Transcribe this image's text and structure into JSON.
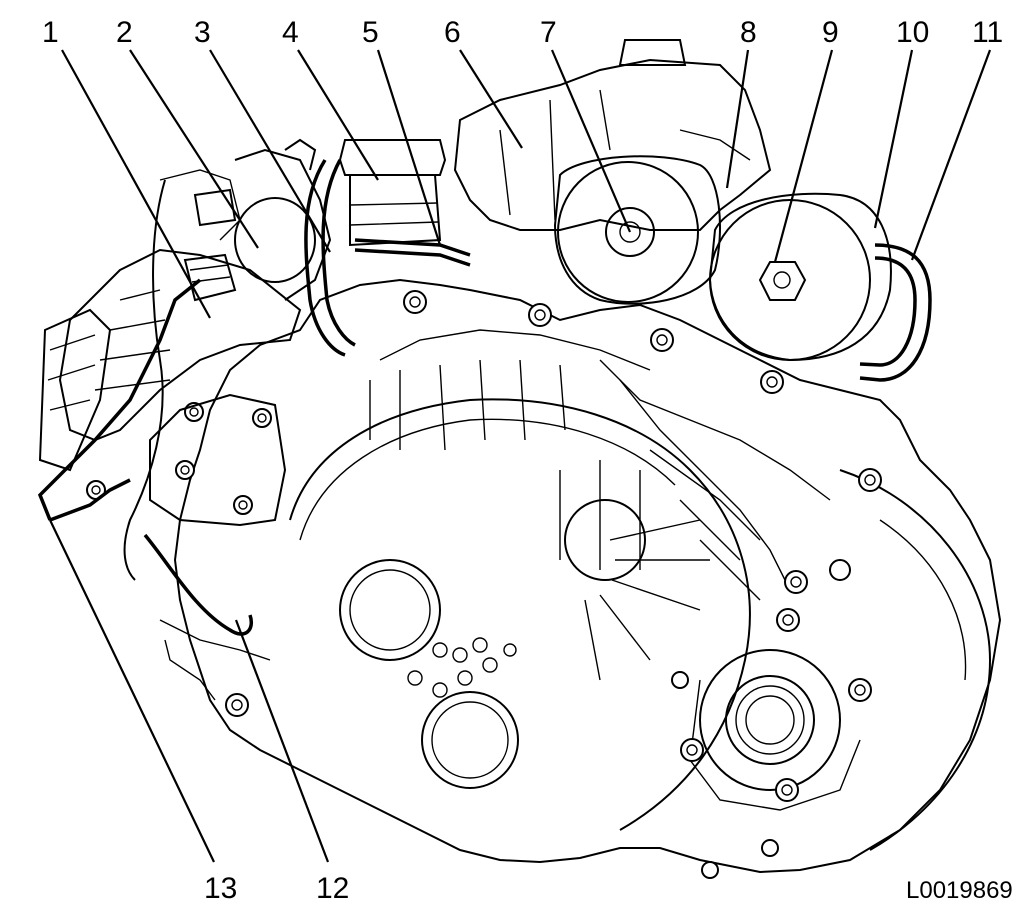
{
  "callouts": [
    {
      "label": "1"
    },
    {
      "label": "2"
    },
    {
      "label": "3"
    },
    {
      "label": "4"
    },
    {
      "label": "5"
    },
    {
      "label": "6"
    },
    {
      "label": "7"
    },
    {
      "label": "8"
    },
    {
      "label": "9"
    },
    {
      "label": "10"
    },
    {
      "label": "11"
    },
    {
      "label": "12"
    },
    {
      "label": "13"
    }
  ],
  "reference_code": "L0019869"
}
